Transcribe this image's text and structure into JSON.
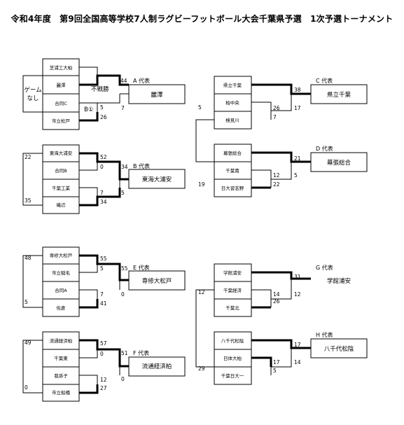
{
  "title": "令和4年度　第9回全国高等学校7人制ラグビーフットボール大会千葉県予選　1次予選トーナメント",
  "blocks": [
    {
      "teams": [
        "芝浦工大柏",
        "麗澤",
        "合同C",
        "市立松戸"
      ],
      "scores": [
        "",
        "44",
        "5",
        "26",
        "7"
      ],
      "notes": [
        "ゲーム",
        "なし",
        "不戦勝",
        "B①"
      ],
      "rep_label": "A 代表",
      "winner": "麗澤"
    },
    {
      "teams": [
        "東海大浦安",
        "合同B",
        "千葉工業",
        "磯辺"
      ],
      "scores": [
        "22",
        "35",
        "52",
        "0",
        "7",
        "34",
        "34",
        "5"
      ],
      "rep_label": "B 代表",
      "winner": "東海大浦安"
    },
    {
      "teams": [
        "専修大松戸",
        "市立稲毛",
        "合同A",
        "佐倉"
      ],
      "scores": [
        "48",
        "5",
        "55",
        "5",
        "7",
        "41",
        "55",
        "0"
      ],
      "rep_label": "E 代表",
      "winner": "専修大松戸"
    },
    {
      "teams": [
        "流通経済柏",
        "千葉東",
        "我孫子",
        "市立船橋"
      ],
      "scores": [
        "49",
        "0",
        "57",
        "0",
        "12",
        "27",
        "51",
        "0"
      ],
      "rep_label": "F 代表",
      "winner": "流通経済柏"
    },
    {
      "teams": [
        "県立千葉",
        "柏中央",
        "検見川",
        "幕張総合",
        "千葉南",
        "日大習志野"
      ],
      "scores": [
        "5",
        "19",
        "38",
        "26",
        "7",
        "17",
        "21",
        "12",
        "22",
        "5"
      ],
      "rep_labels": [
        "C 代表",
        "D 代表"
      ],
      "winners": [
        "県立千葉",
        "幕張総合"
      ]
    },
    {
      "teams": [
        "学館浦安",
        "千葉経済",
        "千葉北",
        "八千代松陰",
        "日体大柏",
        "千葉日大一"
      ],
      "scores": [
        "12",
        "29",
        "31",
        "14",
        "26",
        "12",
        "17",
        "17",
        "5",
        "14"
      ],
      "rep_labels": [
        "G 代表",
        "H 代表"
      ],
      "winners": [
        "学館浦安",
        "八千代松陰"
      ]
    }
  ]
}
